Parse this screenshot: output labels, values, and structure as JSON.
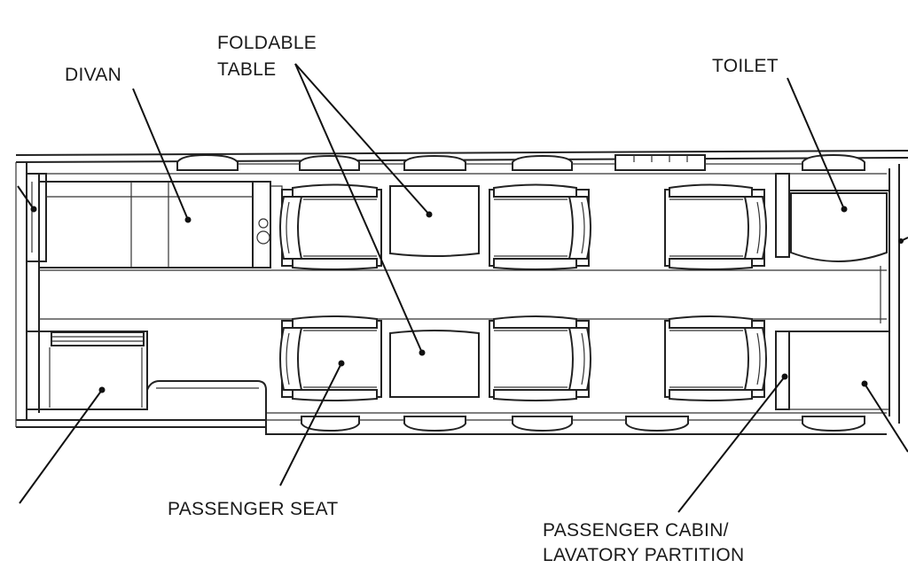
{
  "labels": {
    "divan": "DIVAN",
    "foldable_table_line1": "FOLDABLE",
    "foldable_table_line2": "TABLE",
    "toilet": "TOILET",
    "passenger_seat": "PASSENGER SEAT",
    "partition_line1": "PASSENGER CABIN/",
    "partition_line2": "LAVATORY PARTITION"
  },
  "colors": {
    "line": "#222222",
    "background": "#ffffff",
    "text": "#1a1a1a"
  }
}
